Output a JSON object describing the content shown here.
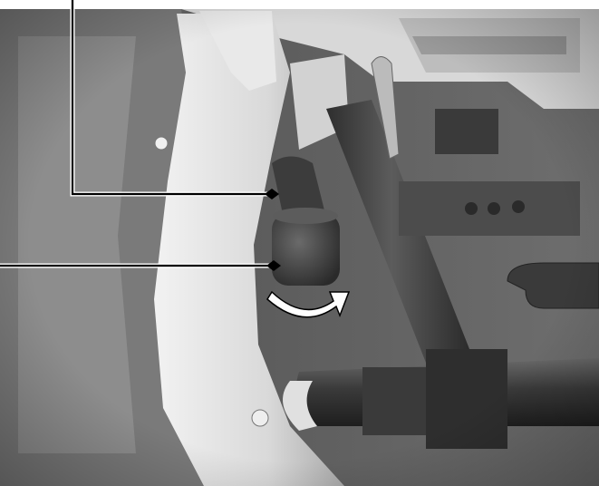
{
  "illustration": {
    "subject": "vehicle-underbody-component-view",
    "callouts": [
      {
        "id": "upper-connector",
        "label": ""
      },
      {
        "id": "lower-cap",
        "label": ""
      }
    ],
    "rotation_arrow": "turn-to-remove",
    "colors": {
      "background_dark": "#4a4a4a",
      "panel_light": "#dcdcdc",
      "shadow": "#2a2a2a",
      "leader_line": "#000000",
      "arrow_fill": "#ffffff"
    }
  }
}
